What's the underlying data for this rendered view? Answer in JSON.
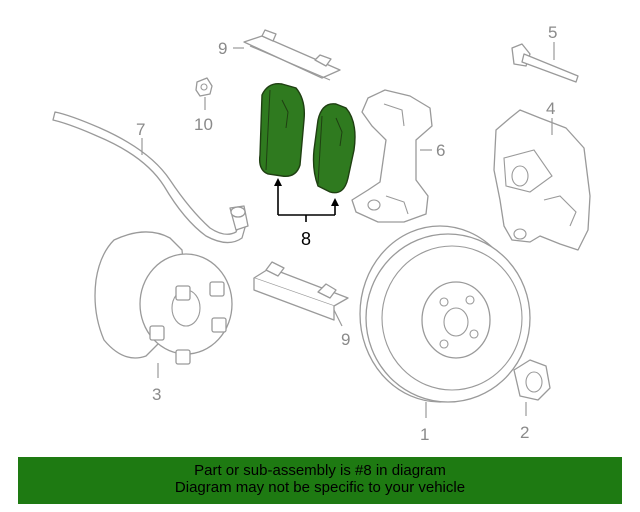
{
  "callouts": {
    "c1": "1",
    "c2": "2",
    "c3": "3",
    "c4": "4",
    "c5": "5",
    "c6": "6",
    "c7": "7",
    "c8": "8",
    "c9a": "9",
    "c9b": "9",
    "c10": "10"
  },
  "highlight": {
    "part_number": "8",
    "color": "#2f7a1f"
  },
  "banner": {
    "line1": "Part or sub-assembly is #8 in diagram",
    "line2": "Diagram may not be specific to your vehicle",
    "background": "#1e7a12"
  }
}
